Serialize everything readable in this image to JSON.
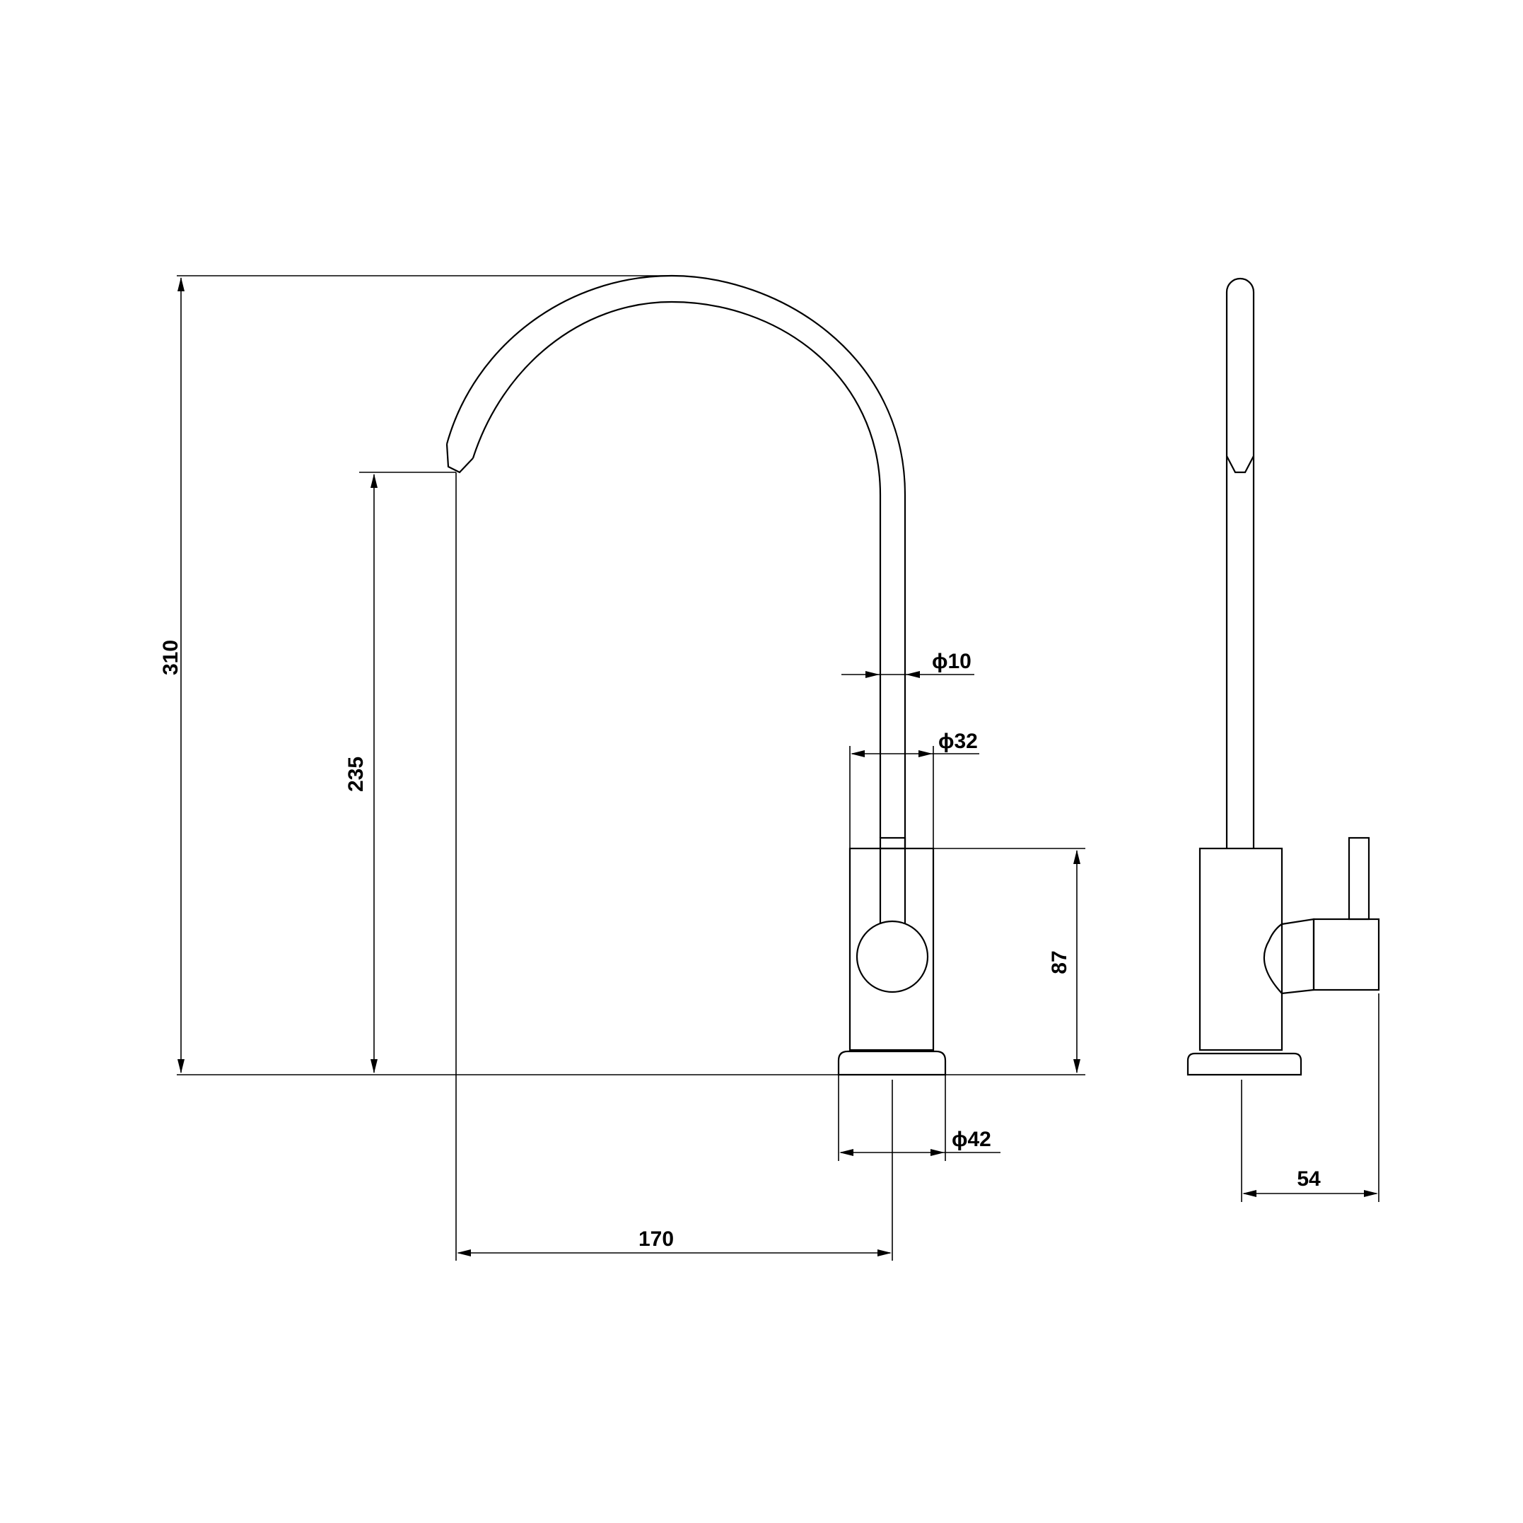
{
  "drawing": {
    "front_view": {
      "dimensions": {
        "total_height": "310",
        "spout_height": "235",
        "body_height": "87",
        "spout_reach": "170",
        "spout_diameter": "ϕ10",
        "body_diameter": "ϕ32",
        "base_diameter": "ϕ42"
      }
    },
    "side_view": {
      "dimensions": {
        "depth": "54"
      }
    }
  }
}
